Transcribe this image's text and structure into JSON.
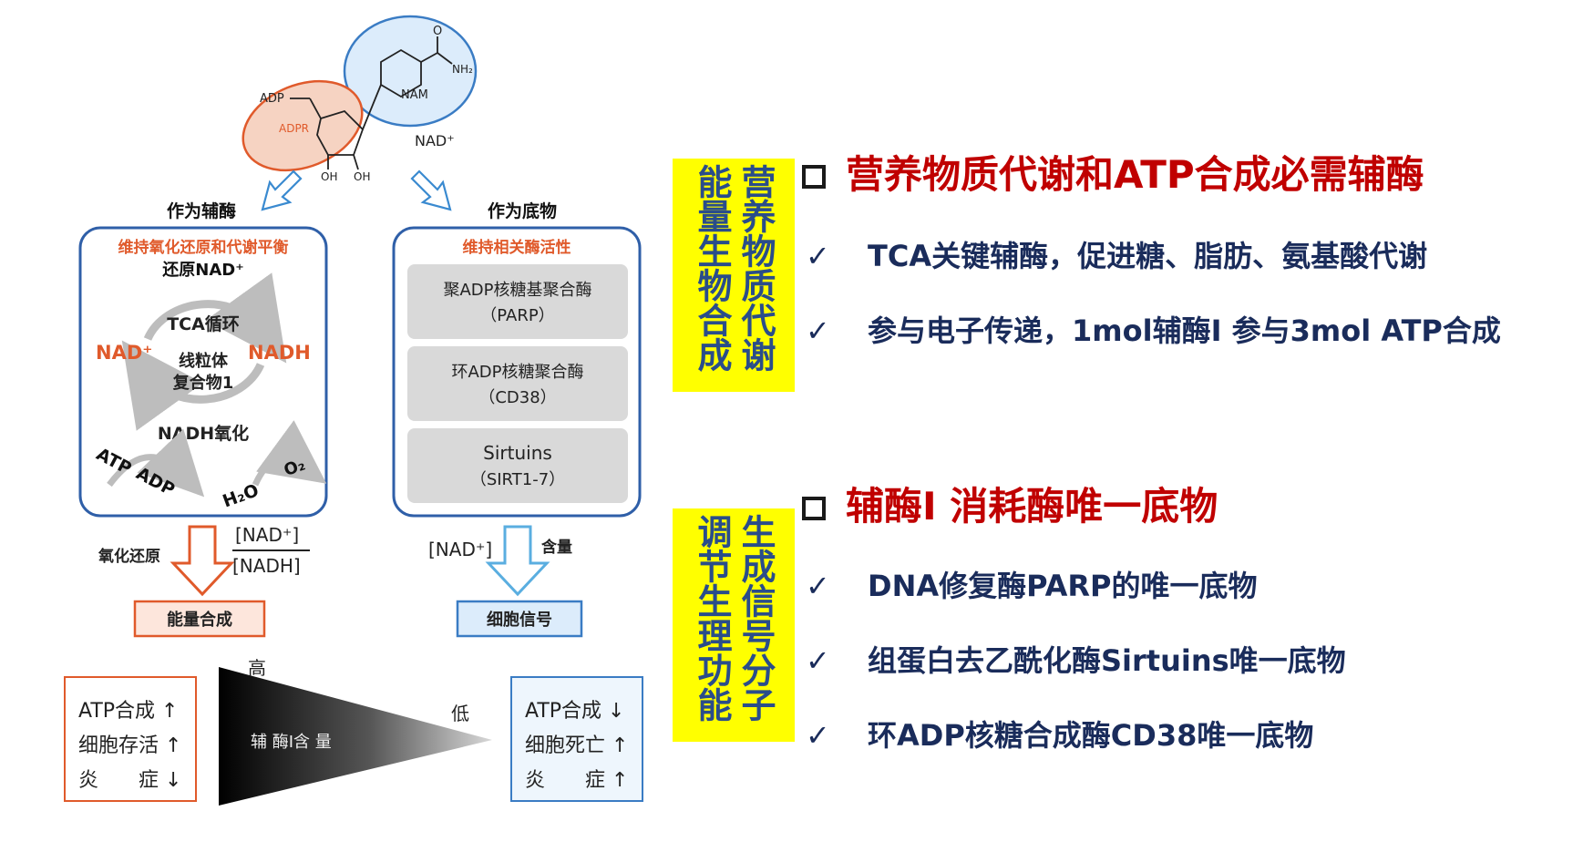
{
  "diagram": {
    "molecule": {
      "adp_label": "ADP",
      "adpr_label": "ADPR",
      "nam_label": "NAM",
      "nh2_label": "NH₂",
      "oh1_label": "OH",
      "oh2_label": "OH",
      "o_label": "O",
      "nad_label": "NAD⁺"
    },
    "left_branch": {
      "title": "作为辅酶",
      "box_subtitle": "维持氧化还原和代谢平衡",
      "reduce_label": "还原NAD⁺",
      "tca_label": "TCA循环",
      "nad_plus": "NAD⁺",
      "nadh": "NADH",
      "complex_line1": "线粒体",
      "complex_line2": "复合物1",
      "nadh_ox": "NADH氧化",
      "atp": "ATP",
      "adp": "ADP",
      "h2o": "H₂O",
      "o2": "O₂",
      "redox_label": "氧化还原",
      "ratio_num": "[NAD⁺]",
      "ratio_den": "[NADH]",
      "result": "能量合成"
    },
    "right_branch": {
      "title": "作为底物",
      "box_subtitle": "维持相关酶活性",
      "enzyme1_line1": "聚ADP核糖基聚合酶",
      "enzyme1_line2": "（PARP）",
      "enzyme2_line1": "环ADP核糖聚合酶",
      "enzyme2_line2": "（CD38）",
      "enzyme3_line1": "Sirtuins",
      "enzyme3_line2": "（SIRT1-7）",
      "nad_label": "[NAD⁺]",
      "content_label": "含量",
      "result": "细胞信号"
    },
    "gradient": {
      "high": "高",
      "low": "低",
      "label": "辅 酶I含 量"
    },
    "high_effects": [
      "ATP合成 ↑",
      "细胞存活 ↑",
      "炎　　症 ↓"
    ],
    "low_effects": [
      "ATP合成 ↓",
      "细胞死亡 ↑",
      "炎　　症 ↑"
    ]
  },
  "colors": {
    "orange_accent": "#e05a2b",
    "box_blue": "#2f5fa8",
    "arrow_blue": "#5aaee0",
    "header_red": "#c00000",
    "text_navy": "#1a2c5b",
    "highlight_yellow": "#ffff00"
  },
  "panel1": {
    "vertical_left": "营养物质代谢",
    "vertical_right": "能量生物合成",
    "heading": "营养物质代谢和ATP合成必需辅酶",
    "bullets": [
      "TCA关键辅酶，促进糖、脂肪、氨基酸代谢",
      "参与电子传递，1mol辅酶I 参与3mol ATP合成"
    ]
  },
  "panel2": {
    "vertical_left": "生成信号分子",
    "vertical_right": "调节生理功能",
    "heading": "辅酶I 消耗酶唯一底物",
    "bullets": [
      "DNA修复酶PARP的唯一底物",
      "组蛋白去乙酰化酶Sirtuins唯一底物",
      "环ADP核糖合成酶CD38唯一底物"
    ]
  },
  "check_mark": "✓"
}
